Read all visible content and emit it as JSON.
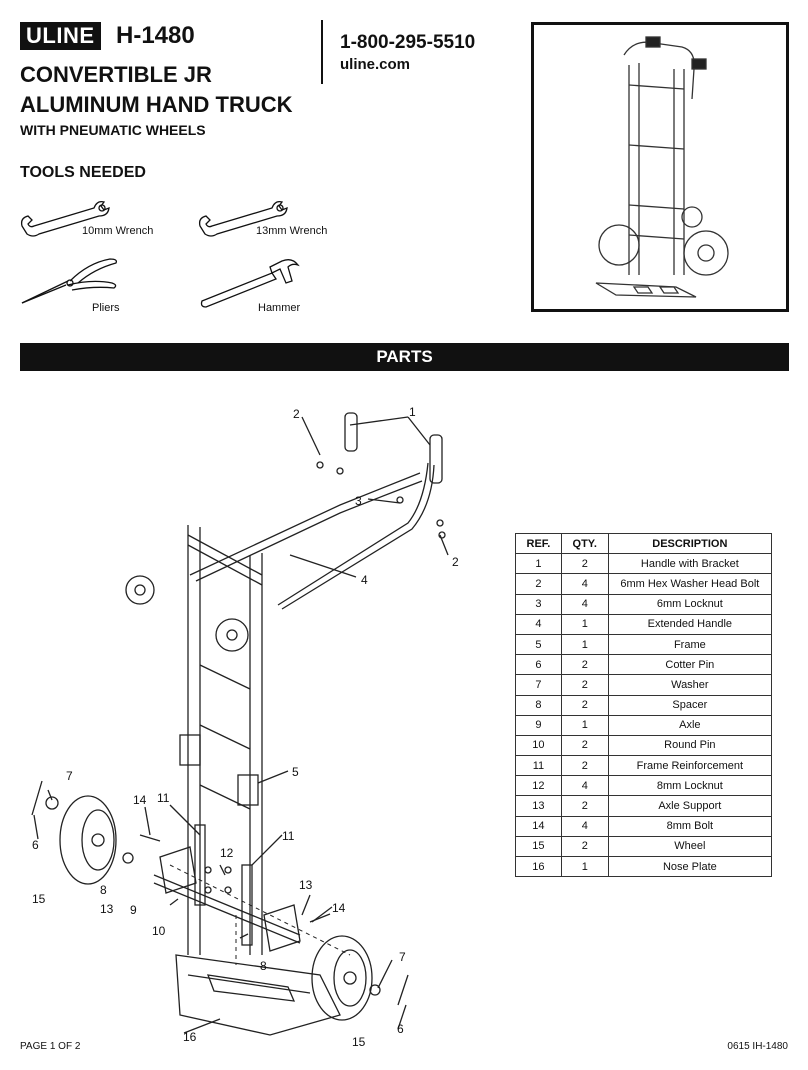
{
  "header": {
    "brand": "ULINE",
    "model": "H-1480",
    "title_line1": "CONVERTIBLE JR",
    "title_line2": "ALUMINUM HAND TRUCK",
    "subtitle": "WITH PNEUMATIC WHEELS",
    "phone": "1-800-295-5510",
    "website": "uline.com"
  },
  "tools": {
    "heading": "TOOLS NEEDED",
    "items": [
      {
        "label": "10mm Wrench",
        "icon": "wrench-icon"
      },
      {
        "label": "13mm Wrench",
        "icon": "wrench-icon"
      },
      {
        "label": "Pliers",
        "icon": "pliers-icon"
      },
      {
        "label": "Hammer",
        "icon": "hammer-icon"
      }
    ]
  },
  "parts_section": {
    "heading": "PARTS",
    "callouts": [
      "1",
      "2",
      "2",
      "3",
      "4",
      "5",
      "6",
      "6",
      "7",
      "7",
      "8",
      "8",
      "9",
      "10",
      "11",
      "11",
      "12",
      "13",
      "13",
      "14",
      "14",
      "15",
      "15",
      "16"
    ]
  },
  "parts_table": {
    "headers": [
      "REF.",
      "QTY.",
      "DESCRIPTION"
    ],
    "rows": [
      [
        "1",
        "2",
        "Handle with Bracket"
      ],
      [
        "2",
        "4",
        "6mm Hex Washer Head Bolt"
      ],
      [
        "3",
        "4",
        "6mm Locknut"
      ],
      [
        "4",
        "1",
        "Extended Handle"
      ],
      [
        "5",
        "1",
        "Frame"
      ],
      [
        "6",
        "2",
        "Cotter Pin"
      ],
      [
        "7",
        "2",
        "Washer"
      ],
      [
        "8",
        "2",
        "Spacer"
      ],
      [
        "9",
        "1",
        "Axle"
      ],
      [
        "10",
        "2",
        "Round Pin"
      ],
      [
        "11",
        "2",
        "Frame Reinforcement"
      ],
      [
        "12",
        "4",
        "8mm Locknut"
      ],
      [
        "13",
        "2",
        "Axle Support"
      ],
      [
        "14",
        "4",
        "8mm Bolt"
      ],
      [
        "15",
        "2",
        "Wheel"
      ],
      [
        "16",
        "1",
        "Nose Plate"
      ]
    ]
  },
  "footer": {
    "page": "PAGE 1 OF 2",
    "code": "0615 IH-1480"
  }
}
